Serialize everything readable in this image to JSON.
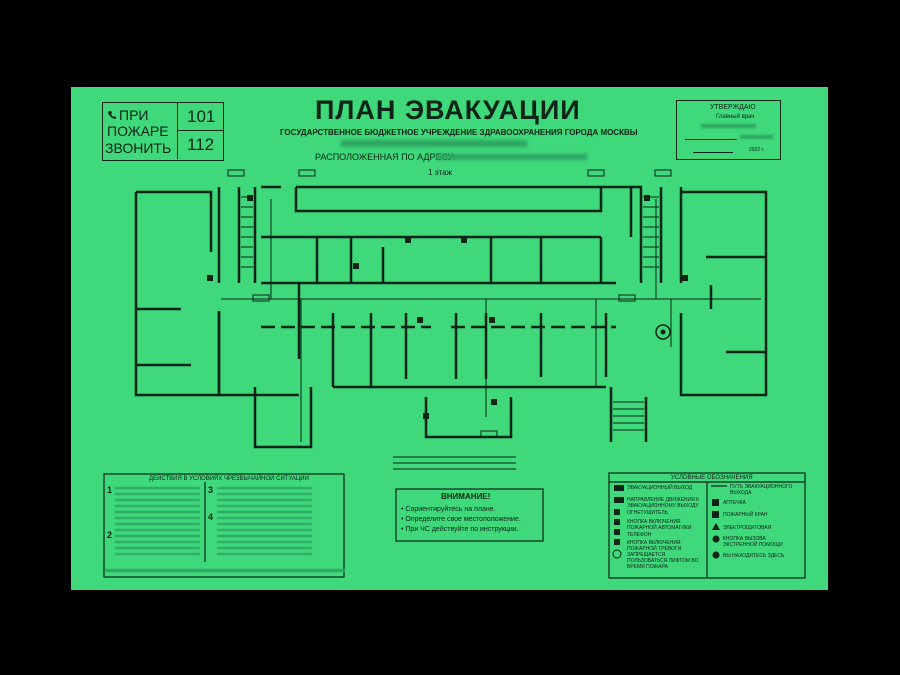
{
  "fire_box": {
    "label_lines": [
      "ПРИ",
      "ПОЖАРЕ",
      "ЗВОНИТЬ"
    ],
    "numbers": [
      "101",
      "112"
    ],
    "phone_icon": "phone-icon"
  },
  "title": "ПЛАН ЭВАКУАЦИИ",
  "subtitle": "ГОСУДАРСТВЕННОЕ БЮДЖЕТНОЕ УЧРЕЖДЕНИЕ ЗДРАВООХРАНЕНИЯ ГОРОДА МОСКВЫ",
  "address_label": "РАСПОЛОЖЕННАЯ ПО АДРЕСУ:",
  "floor": "1 этаж",
  "approve": {
    "title": "УТВЕРЖДАЮ",
    "role": "Главный врач",
    "year_suffix": "2022 г."
  },
  "actions": {
    "title": "ДЕЙСТВИЯ В УСЛОВИЯХ ЧРЕЗВЫЧАЙНОЙ СИТУАЦИИ",
    "step_numbers": [
      "1",
      "2",
      "3",
      "4"
    ]
  },
  "attention": {
    "title": "ВНИМАНИЕ!",
    "lines": [
      "• Сориентируйтесь на плане.",
      "• Определите свое местоположение.",
      "• При ЧС действуйте по инструкции."
    ]
  },
  "legend": {
    "title": "УСЛОВНЫЕ ОБОЗНАЧЕНИЯ",
    "left": [
      "ЭВАКУАЦИОННЫЙ ВЫХОД",
      "НАПРАВЛЕНИЕ ДВИЖЕНИЯ К ЭВАКУАЦИОННОМУ ВЫХОДУ",
      "ОГНЕТУШИТЕЛЬ",
      "КНОПКА ВКЛЮЧЕНИЯ ПОЖАРНОЙ АВТОМАТИКИ",
      "ТЕЛЕФОН",
      "КНОПКА ВКЛЮЧЕНИЯ ПОЖАРНОЙ ТРЕВОГИ",
      "ЗАПРЕЩАЕТСЯ ПОЛЬЗОВАТЬСЯ ЛИФТОМ ВО ВРЕМЯ ПОЖАРА"
    ],
    "right": [
      "ПУТЬ ЭВАКУАЦИОННОГО ВЫХОДА",
      "АПТЕЧКА",
      "ПОЖАРНЫЙ КРАН",
      "ЭЛЕКТРОЩИТОВАЯ",
      "КНОПКА ВЫЗОВА ЭКСТРЕННОЙ ПОМОЩИ",
      "ВЫ НАХОДИТЕСЬ ЗДЕСЬ"
    ]
  },
  "colors": {
    "sheet": "#3fd87b",
    "ink": "#0d2416",
    "background": "#000000"
  }
}
